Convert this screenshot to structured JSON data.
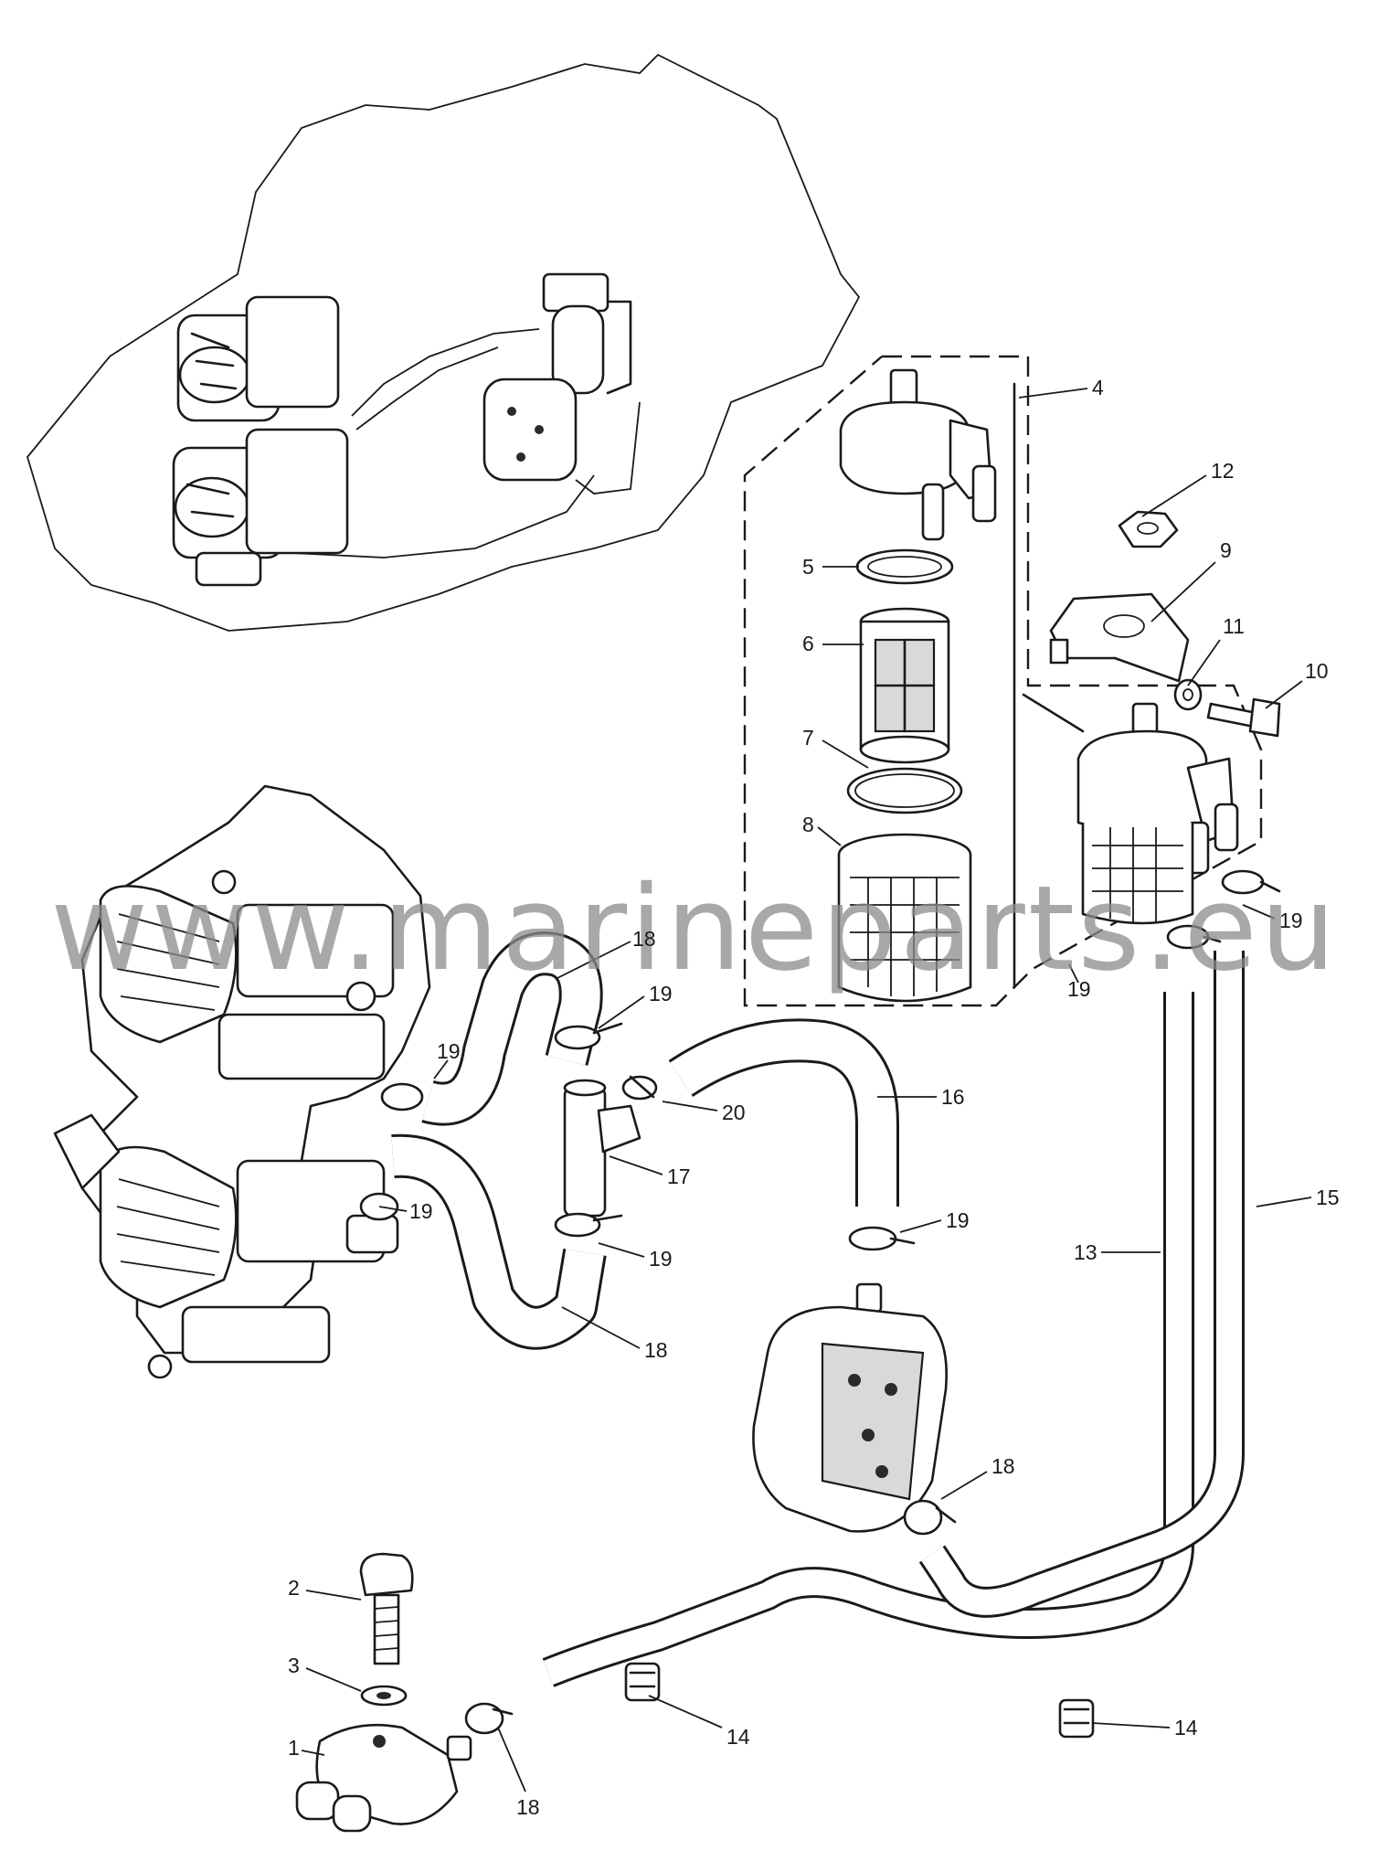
{
  "watermark": "www.marineparts.eu",
  "callouts": {
    "c1": "1",
    "c2": "2",
    "c3": "3",
    "c4": "4",
    "c5": "5",
    "c6": "6",
    "c7": "7",
    "c8": "8",
    "c9": "9",
    "c10": "10",
    "c11": "11",
    "c12": "12",
    "c13": "13",
    "c14a": "14",
    "c14b": "14",
    "c15": "15",
    "c16": "16",
    "c17": "17",
    "c18a": "18",
    "c18b": "18",
    "c18c": "18",
    "c18d": "18",
    "c19a": "19",
    "c19b": "19",
    "c19c": "19",
    "c19d": "19",
    "c19e": "19",
    "c19f": "19",
    "c19g": "19",
    "c20": "20"
  }
}
